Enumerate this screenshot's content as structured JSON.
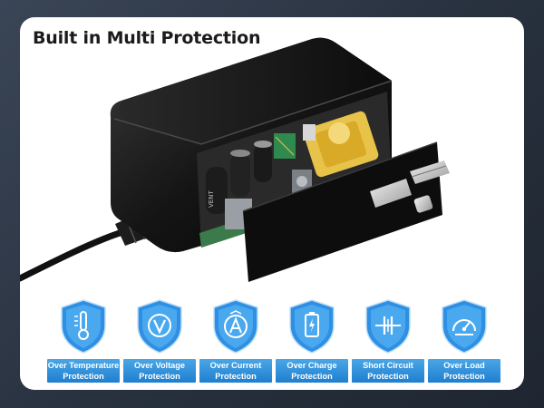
{
  "title": "Built in Multi Protection",
  "product_image": {
    "description_icon": "power-adapter-cutaway-image"
  },
  "protections": [
    {
      "icon": "thermometer-icon",
      "line1": "Over Temperature",
      "line2": "Protection"
    },
    {
      "icon": "voltage-icon",
      "line1": "Over Voltage",
      "line2": "Protection"
    },
    {
      "icon": "ampere-icon",
      "line1": "Over Current",
      "line2": "Protection"
    },
    {
      "icon": "battery-charge-icon",
      "line1": "Over Charge",
      "line2": "Protection"
    },
    {
      "icon": "short-circuit-icon",
      "line1": "Short Circuit",
      "line2": "Protection"
    },
    {
      "icon": "gauge-icon",
      "line1": "Over Load",
      "line2": "Protection"
    }
  ],
  "colors": {
    "shield": "#3d9be9",
    "label": "#2b8bd8",
    "background": "#2d3644"
  }
}
